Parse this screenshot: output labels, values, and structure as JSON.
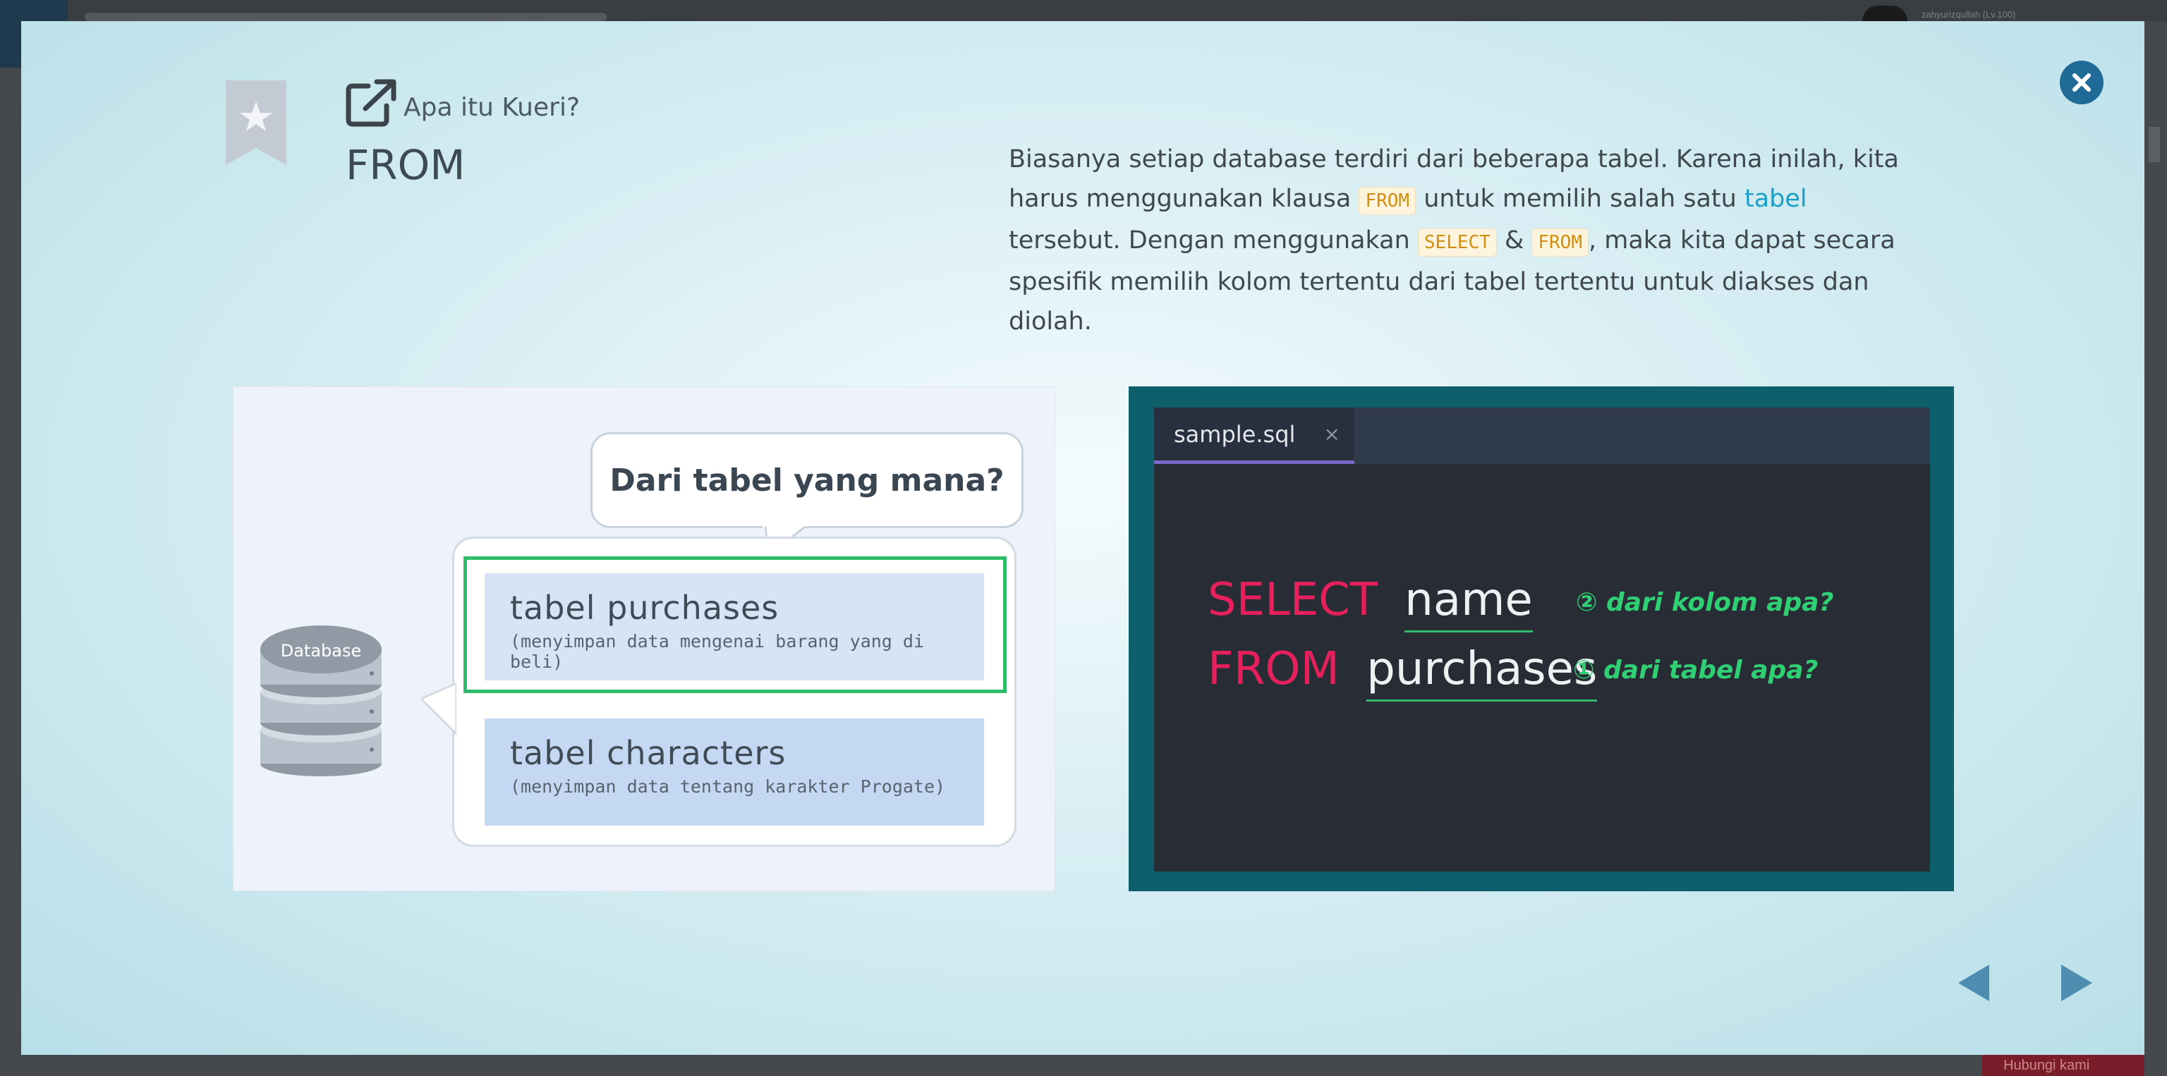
{
  "background": {
    "user_name": "zahyurizqullah (Lv.100)",
    "bottom_button": "Hubungi kami"
  },
  "modal": {
    "subtitle": "Apa itu Kueri?",
    "title": "FROM",
    "description": {
      "part1": "Biasanya setiap database terdiri dari beberapa tabel. Karena inilah, kita harus menggunakan klausa ",
      "chip_from_1": "FROM",
      "part2": " untuk memilih salah satu ",
      "link_tabel": "tabel",
      "part3": " tersebut. Dengan menggunakan ",
      "chip_select": "SELECT",
      "part4": " & ",
      "chip_from_2": "FROM",
      "part5": ", maka kita dapat secara spesifik memilih kolom tertentu dari tabel tertentu untuk diakses dan diolah."
    }
  },
  "illustration": {
    "question": "Dari tabel yang mana?",
    "database_label": "Database",
    "tables": [
      {
        "name": "tabel purchases",
        "desc": "(menyimpan data mengenai barang yang di beli)"
      },
      {
        "name": "tabel characters",
        "desc": "(menyimpan data tentang karakter Progate)"
      }
    ]
  },
  "editor": {
    "tab_name": "sample.sql",
    "tab_close": "×",
    "lines": [
      {
        "keyword": "SELECT",
        "ident": "name",
        "hint": "② dari kolom apa?"
      },
      {
        "keyword": "FROM",
        "ident": "purchases",
        "hint": "① dari tabel apa?"
      }
    ]
  },
  "colors": {
    "accent": "#1f6a96",
    "sql_keyword": "#e5205c",
    "highlight_green": "#2fbd6b",
    "chip_text": "#d28f12"
  },
  "icons": [
    "close-icon",
    "bookmark-star-icon",
    "external-link-icon",
    "database-icon",
    "prev-arrow-icon",
    "next-arrow-icon"
  ]
}
